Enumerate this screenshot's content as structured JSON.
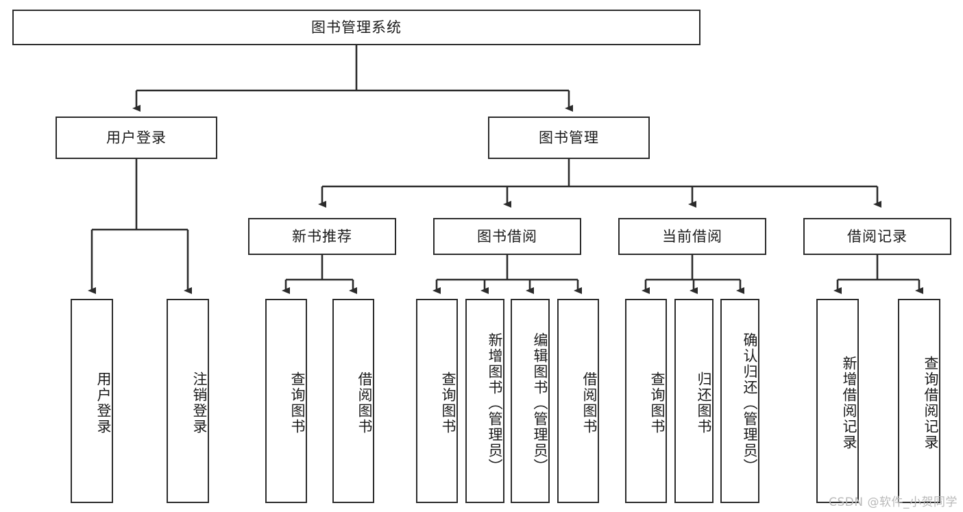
{
  "diagram": {
    "title": "图书管理系统",
    "watermark": "CSDN @软件_小贺同学",
    "stroke_color": "#2b2b2b",
    "fill_color": "#ffffff",
    "text_color": "#1a1a1a",
    "nodes": {
      "root": "图书管理系统",
      "user_login": "用户登录",
      "book_manage": "图书管理",
      "new_book_rec": "新书推荐",
      "book_borrow": "图书借阅",
      "current_borrow": "当前借阅",
      "borrow_record": "借阅记录",
      "leaf_user_login": "用户登录",
      "leaf_logout": "注销登录",
      "leaf_query_book_1": "查询图书",
      "leaf_borrow_book_1": "借阅图书",
      "leaf_query_book_2": "查询图书",
      "leaf_add_book_admin": "新增图书（管理员）",
      "leaf_edit_book_admin": "编辑图书（管理员）",
      "leaf_borrow_book_2": "借阅图书",
      "leaf_query_book_3": "查询图书",
      "leaf_return_book": "归还图书",
      "leaf_confirm_return_admin": "确认归还（管理员）",
      "leaf_add_record": "新增借阅记录",
      "leaf_query_record": "查询借阅记录"
    }
  }
}
